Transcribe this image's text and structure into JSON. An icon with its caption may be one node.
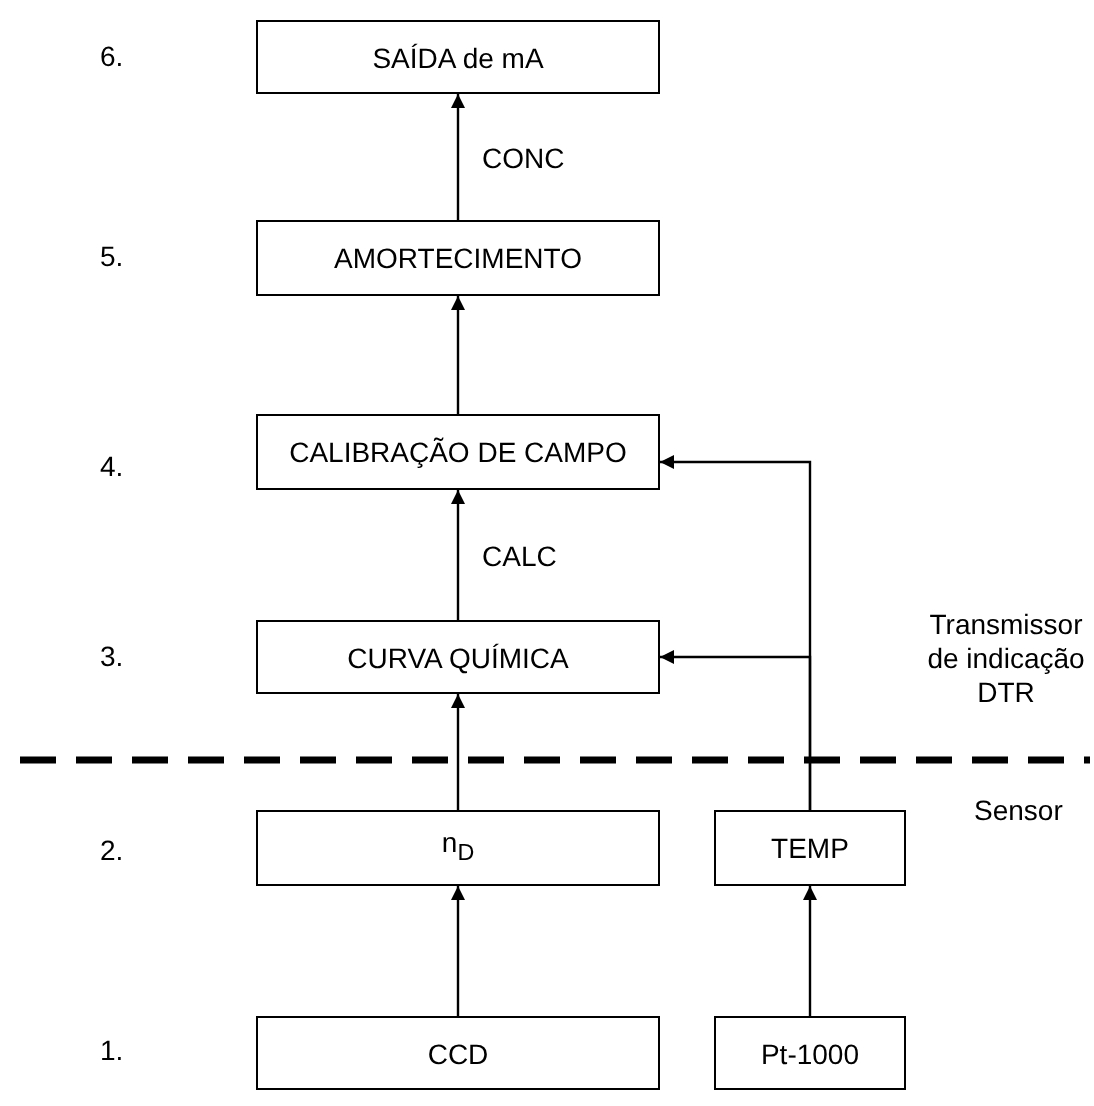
{
  "diagram": {
    "nodes": [
      {
        "text": [
          "SAÍDA de mA"
        ]
      },
      {
        "text": [
          "AMORTECIMENTO"
        ]
      },
      {
        "text": [
          "CALIBRAÇÃO DE CAMPO"
        ]
      },
      {
        "text": [
          "CURVA QUÍMICA"
        ]
      },
      {
        "text": [
          "n$_{D}$"
        ]
      },
      {
        "text": [
          "TEMP"
        ]
      },
      {
        "text": [
          "CCD"
        ]
      },
      {
        "text": [
          "Pt-1000"
        ]
      }
    ],
    "edges": [
      {
        "from": 1,
        "to": 0,
        "arrow": "to",
        "label": "CONC"
      },
      {
        "from": 2,
        "to": 1,
        "arrow": "to"
      },
      {
        "from": 3,
        "to": 2,
        "arrow": "to",
        "label": "CALC"
      },
      {
        "from": 4,
        "to": 3,
        "arrow": "to"
      },
      {
        "from": 5,
        "to": 2,
        "arrow": "to"
      },
      {
        "from": 5,
        "to": 3,
        "arrow": "to"
      },
      {
        "from": 6,
        "to": 4,
        "arrow": "to"
      },
      {
        "from": 7,
        "to": 5,
        "arrow": "to"
      }
    ],
    "labels": [
      "6.",
      "5.",
      "4.",
      "3.",
      "Transmissor de indicação DTR",
      "Sensor",
      "2.",
      "1."
    ]
  }
}
